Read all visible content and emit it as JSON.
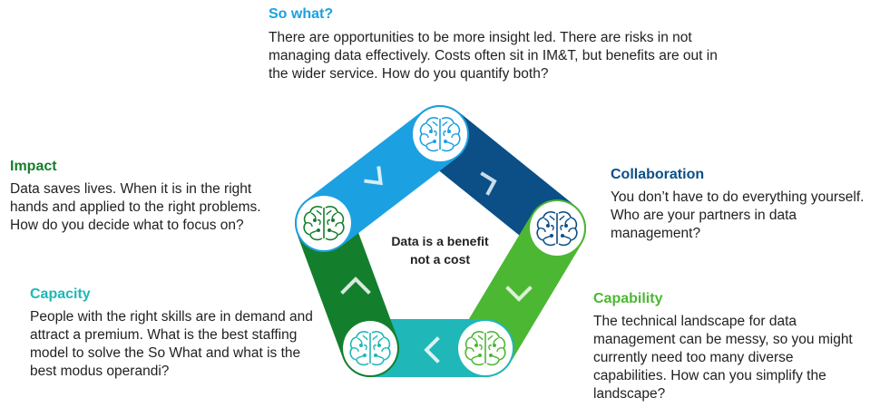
{
  "center_text": "Data is a benefit not a cost",
  "sections": {
    "so_what": {
      "title": "So what?",
      "text": "There are opportunities to be more insight led.  There are risks in not managing data effectively.  Costs often sit in IM&T, but benefits are out in the wider service.  How do you quantify both?",
      "color": "#1ba1e2"
    },
    "collaboration": {
      "title": "Collaboration",
      "text": "You don’t have to do everything yourself.  Who are your partners in data management?",
      "color": "#0b4f86"
    },
    "capability": {
      "title": "Capability",
      "text": "The technical landscape for data management can be messy, so you might currently need too many diverse capabilities.  How can you simplify the landscape?",
      "color": "#4cb733"
    },
    "capacity": {
      "title": "Capacity",
      "text": "People with the right skills are in demand and attract a premium.  What is the best staffing model to solve the So What and what is the best modus operandi?",
      "color": "#1fb7b7"
    },
    "impact": {
      "title": "Impact",
      "text": "Data saves lives.  When it is in the right hands and applied to the right problems.  How do you decide what to focus on?",
      "color": "#137f2d"
    }
  },
  "icons": [
    "brain-icon",
    "brain-icon",
    "brain-icon",
    "brain-icon",
    "brain-icon"
  ]
}
